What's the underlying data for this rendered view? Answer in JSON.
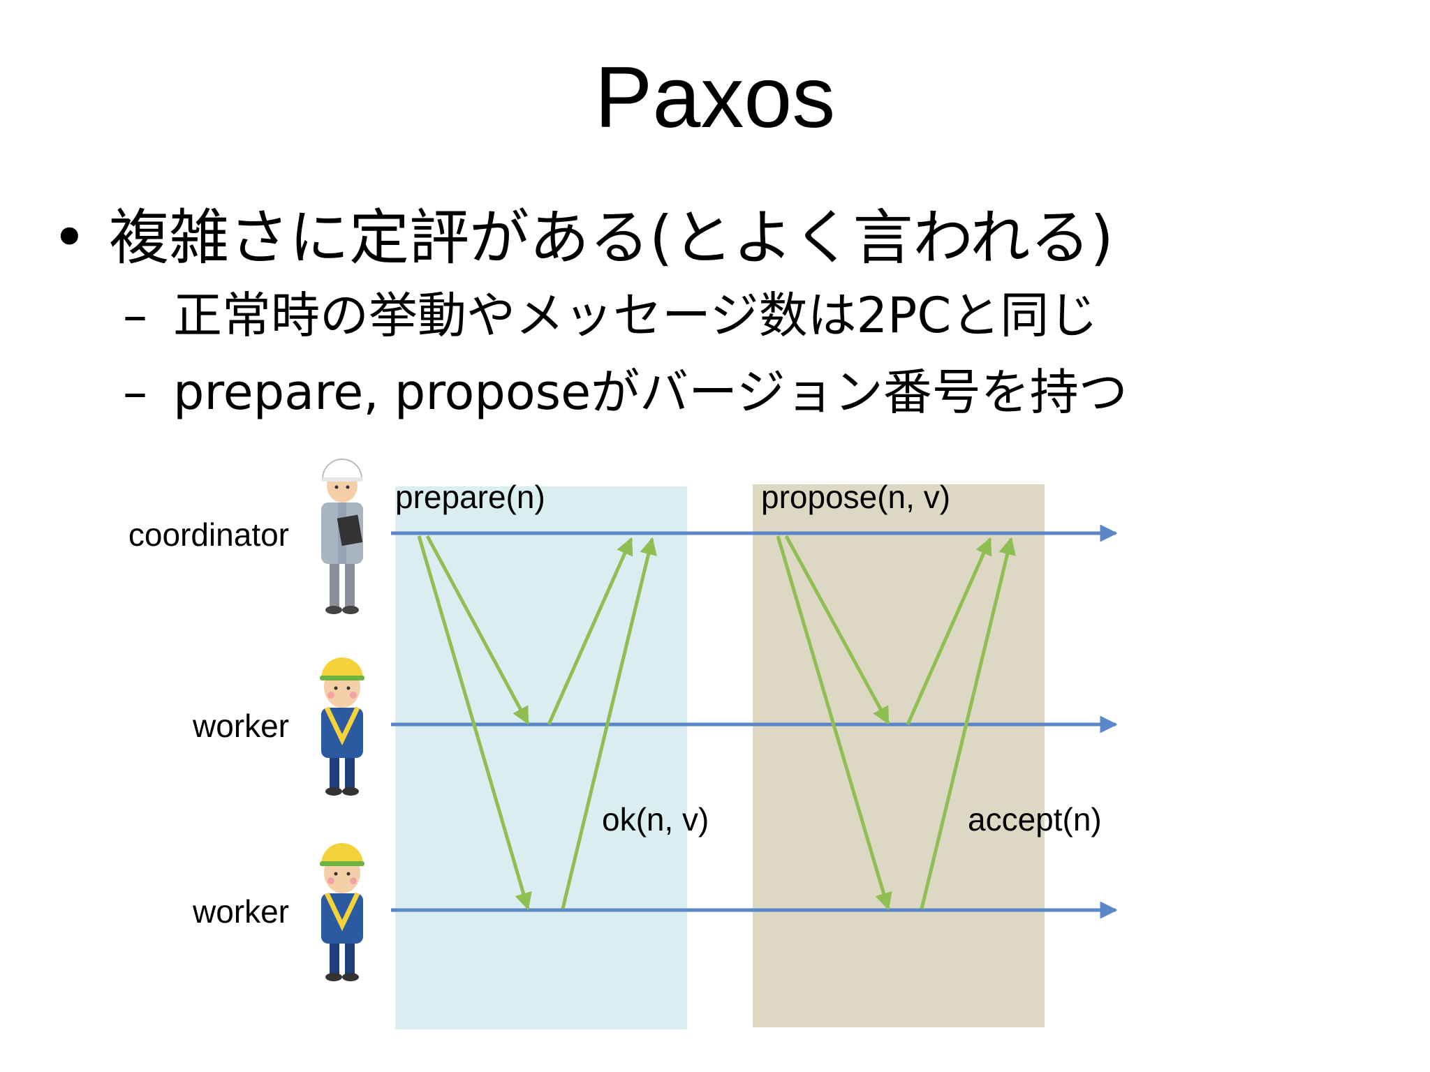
{
  "slide": {
    "title": "Paxos",
    "bullets": {
      "main": "複雑さに定評がある(とよく言われる)",
      "sub1": "正常時の挙動やメッセージ数は2PCと同じ",
      "sub2": "prepare, proposeがバージョン番号を持つ",
      "bullet_mark": "•",
      "dash_mark": "–"
    }
  },
  "diagram": {
    "actors": {
      "coordinator": "coordinator",
      "worker1": "worker",
      "worker2": "worker"
    },
    "messages": {
      "prepare": "prepare(n)",
      "propose": "propose(n, v)",
      "ok": "ok(n, v)",
      "accept": "accept(n)"
    },
    "colors": {
      "prepare_phase": "#daedf1",
      "propose_phase": "#dcd8c4",
      "timeline": "#5b86c8",
      "message_arrow": "#8fbf52"
    }
  }
}
